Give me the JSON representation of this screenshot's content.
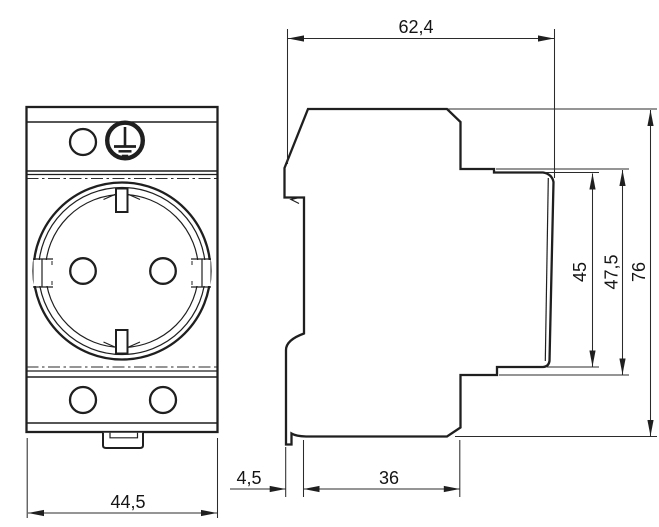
{
  "drawing": {
    "background": "#ffffff",
    "line_color": "#1f1f1f",
    "dim_color": "#2b2b2b"
  },
  "dimensions": {
    "front_width": "44,5",
    "side_width": "62,4",
    "clip_depth": "4,5",
    "base_depth": "36",
    "panel_height": "45",
    "upper_height": "47,5",
    "total_height": "76"
  },
  "icons": {
    "earth": "protective-earth-icon"
  }
}
